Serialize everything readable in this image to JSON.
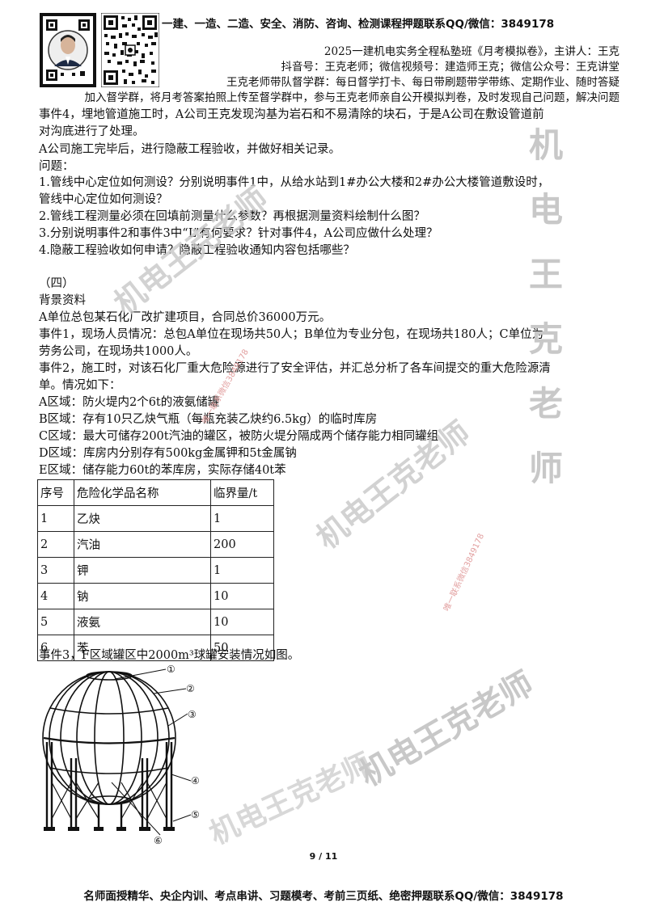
{
  "banner": {
    "top_text": "一建、一造、二造、安全、消防、咨询、检测课程押题联系QQ/微信：3849178",
    "footer_text": "名师面授精华、央企内训、考点串讲、习题模考、考前三页纸、绝密押题联系QQ/微信：3849178"
  },
  "header": {
    "line1": "2025一建机电实务全程私塾班《月考模拟卷》，主讲人：王克",
    "line2": "抖音号：王克老师；微信视频号：建造师王克；微信公众号：王克讲堂",
    "line3": "王克老师带队督学群：每日督学打卡、每日带刷题带学带练、定期作业、随时答疑",
    "line4": "加入督学群，将月考答案拍照上传至督学群中，参与王克老师亲自公开模拟判卷，及时发现自己问题，解决问题"
  },
  "case3": {
    "event4_l1": "事件4，埋地管道施工时，A公司王克发现沟基为岩石和不易清除的块石，于是A公司在敷设管道前",
    "event4_l2": "对沟底进行了处理。",
    "after": "A公司施工完毕后，进行隐蔽工程验收，并做好相关记录。",
    "questions_title": "问题：",
    "q1_l1": "1.管线中心定位如何测设？分别说明事件1中，从给水站到1#办公大楼和2#办公大楼管道敷设时，",
    "q1_l2": "管线中心定位如何测设？",
    "q2": "2.管线工程测量必须在回填前测量什么参数？再根据测量资料绘制什么图？",
    "q3": "3.分别说明事件2和事件3中“L”有何要求？针对事件4，A公司应做什么处理？",
    "q4": "4.隐蔽工程验收如何申请？隐蔽工程验收通知内容包括哪些？"
  },
  "case4": {
    "number": "（四）",
    "bg_title": "背景资料",
    "intro": "A单位总包某石化厂改扩建项目，合同总价36000万元。",
    "event1_l1": "事件1，现场人员情况：总包A单位在现场共50人；B单位为专业分包，在现场共180人；C单位为",
    "event1_l2": "劳务公司，在现场共1000人。",
    "event2_l1": "事件2，施工时，对该石化厂重大危险源进行了安全评估，并汇总分析了各车间提交的重大危险源清",
    "event2_l2": "单。情况如下：",
    "zone_a": "A区域：防火堤内2个6t的液氨储罐",
    "zone_b": "B区域：存有10只乙炔气瓶（每瓶充装乙炔约6.5kg）的临时库房",
    "zone_c": "C区域：最大可储存200t汽油的罐区，被防火堤分隔成两个储存能力相同罐组",
    "zone_d": "D区域：库房内分别存有500kg金属钾和5t金属钠",
    "zone_e": "E区域：储存能力60t的苯库房，实际存储40t苯",
    "event3": "事件3，F区域罐区中2000m³球罐安装情况如图。"
  },
  "table": {
    "headers": [
      "序号",
      "危险化学品名称",
      "临界量/t"
    ],
    "rows": [
      [
        "1",
        "乙炔",
        "1"
      ],
      [
        "2",
        "汽油",
        "200"
      ],
      [
        "3",
        "钾",
        "1"
      ],
      [
        "4",
        "钠",
        "10"
      ],
      [
        "5",
        "液氨",
        "10"
      ],
      [
        "6",
        "苯",
        "50"
      ]
    ]
  },
  "figure": {
    "callouts": [
      "①",
      "②",
      "③",
      "④",
      "⑤",
      "⑥"
    ]
  },
  "page": {
    "number": "9 / 11"
  },
  "watermark": {
    "vertical": [
      "机",
      "电",
      "王",
      "克",
      "老",
      "师"
    ],
    "diagonal": "机电王克老师",
    "small": "唯一联系微信3849178"
  }
}
